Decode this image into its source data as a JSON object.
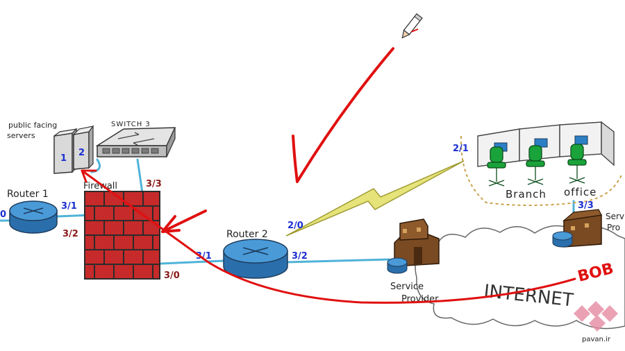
{
  "labels": {
    "public_servers_line1": "public facing",
    "public_servers_line2": "servers",
    "switch3": "SWITCH 3",
    "router1": "Router 1",
    "firewall": "Firewall",
    "router2": "Router 2",
    "branch": "Branch",
    "office": "office",
    "service_provider_line1": "Service",
    "service_provider_line2": "Provider",
    "internet": "INTERNET",
    "bob": "BOB",
    "service_right_line1": "Serv",
    "service_right_line2": "Pro",
    "watermark": "pavan.ir"
  },
  "ports": {
    "p_0": "0",
    "p_3_1_r1": "3/1",
    "p_3_2_r1": "3/2",
    "p_3_3_fw": "3/3",
    "p_3_0_fw": "3/0",
    "p_2_0": "2/0",
    "p_3_1_r2": "3/1",
    "p_3_2_r2": "3/2",
    "p_2_1": "2/1",
    "p_3_3_sp": "3/3",
    "p_server_1": "1",
    "p_server_2": "2"
  },
  "colors": {
    "blue_port": "#1a2fd0",
    "red_port": "#8a1a1a",
    "annotation_red": "#e01010",
    "cable": "#4fb3d9",
    "wan_link": "#c9c94a",
    "router_fill": "#3a87c8",
    "brick": "#c62a2a",
    "building": "#7a4a22",
    "chair": "#19a33a"
  }
}
